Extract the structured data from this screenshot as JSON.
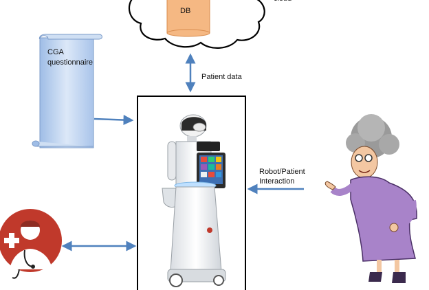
{
  "cloud": {
    "db_label": "DB",
    "cloud_label": "cloud"
  },
  "links": {
    "patient_data": "Patient data",
    "robot_patient_interaction": "Robot/Patient Interaction"
  },
  "document": {
    "label": "CGA questionnaire"
  },
  "colors": {
    "arrow": "#4f81bd",
    "db_fill": "#f5b883",
    "scroll_fill": "#bcd3ee",
    "doctor_circle": "#c0392b",
    "dress": "#a883c9"
  },
  "icons": [
    "db-cylinder-icon",
    "cloud-icon",
    "scroll-icon",
    "robot-icon",
    "doctor-icon",
    "grandmother-icon"
  ]
}
